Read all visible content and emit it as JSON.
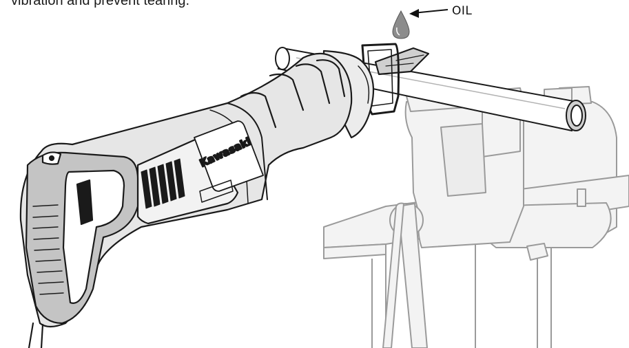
{
  "caption": {
    "partial_text": "vibration and prevent tearing."
  },
  "callout": {
    "label": "OIL",
    "icon": "oil-drop-icon"
  },
  "saw": {
    "brand": "Kawasaki"
  },
  "colors": {
    "saw_body": "#e6e6e6",
    "saw_grip": "#c4c4c4",
    "outline": "#1a1a1a",
    "vise_outline": "#9a9a9a",
    "vise_fill": "#f3f3f3",
    "oil_drop": "#8c8c8c"
  }
}
